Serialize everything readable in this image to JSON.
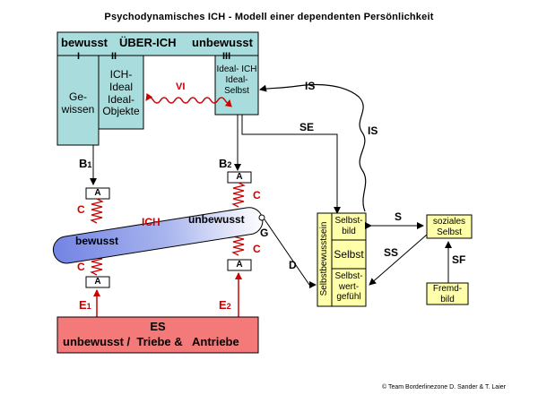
{
  "title": "Psychodynamisches ICH - Modell einer dependenten Persönlichkeit",
  "ueberich": {
    "heading_left": "bewusst",
    "heading_center": "ÜBER-ICH",
    "heading_right": "unbewusst",
    "roman_1": "I",
    "roman_2": "II",
    "roman_3": "III",
    "gewissen": "Ge- wissen",
    "ichideal": "ICH- Ideal Ideal- Objekte",
    "idealich": "Ideal- ICH Ideal- Selbst",
    "vi_label": "VI"
  },
  "ich": {
    "label": "ICH",
    "bewusst": "bewusst",
    "unbewusst": "unbewusst",
    "g_label": "G",
    "d_label": "D"
  },
  "connections": {
    "b1": "B",
    "b1_sub": "1",
    "b2": "B",
    "b2_sub": "2",
    "e1": "E",
    "e1_sub": "1",
    "e2": "E",
    "e2_sub": "2",
    "a": "A",
    "c": "C",
    "is": "IS",
    "se": "SE",
    "s": "S",
    "ss": "SS",
    "sf": "SF"
  },
  "es": {
    "title": "ES",
    "subtitle": "unbewusst /  Triebe &   Antriebe"
  },
  "selbst": {
    "vertical": "Selbstbewusstsein",
    "selbstbild": "Selbst- bild",
    "selbst": "Selbst",
    "selbstwert": "Selbst- wert- gefühl"
  },
  "right": {
    "soziales": "soziales Selbst",
    "fremdbild": "Fremd- bild"
  },
  "footer": "© Team Borderlinezone D. Sander & T. Laier",
  "colors": {
    "ueberich_fill": "#a9dcdc",
    "es_fill": "#f47a7a",
    "ich_fill": "#7e8ee6",
    "selbst_fill": "#ffffaa",
    "red": "#cc0000"
  }
}
